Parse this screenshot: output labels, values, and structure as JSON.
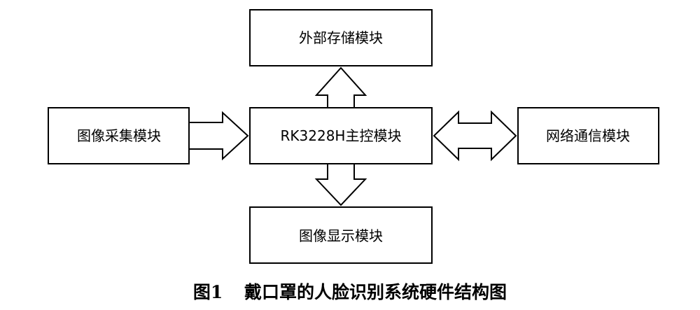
{
  "diagram": {
    "nodes": {
      "storage": "外部存储模块",
      "capture": "图像采集模块",
      "main": "RK3228H主控模块",
      "network": "网络通信模块",
      "display": "图像显示模块"
    },
    "edges": [
      {
        "from": "main",
        "to": "storage",
        "direction": "one-way"
      },
      {
        "from": "capture",
        "to": "main",
        "direction": "one-way"
      },
      {
        "from": "main",
        "to": "network",
        "direction": "two-way"
      },
      {
        "from": "main",
        "to": "display",
        "direction": "one-way"
      }
    ]
  },
  "caption": {
    "number": "图1",
    "title": "戴口罩的人脸识别系统硬件结构图"
  }
}
